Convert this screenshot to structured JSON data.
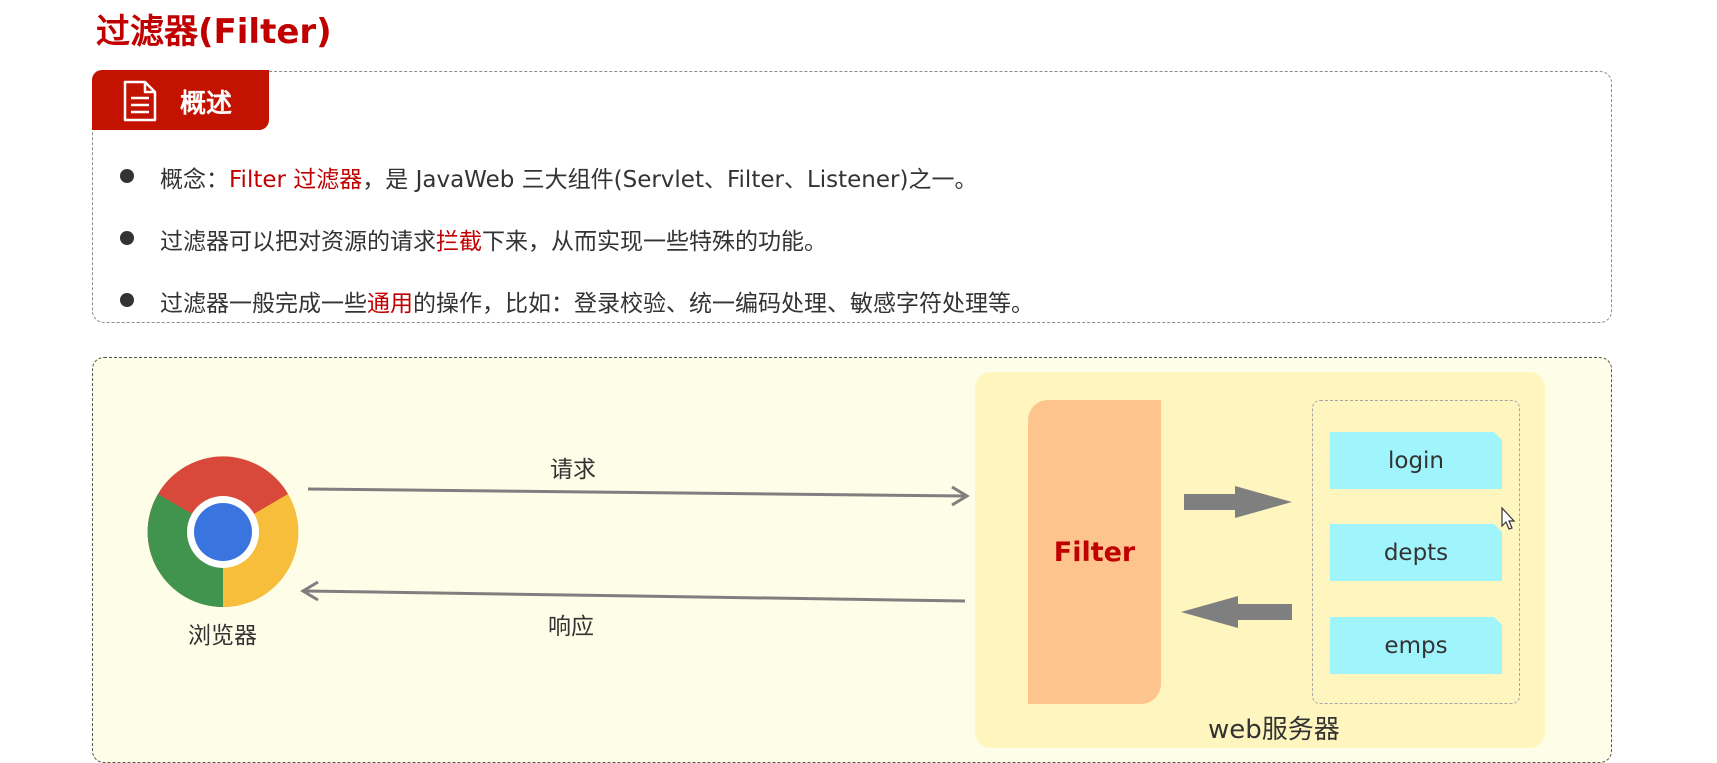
{
  "page": {
    "title": "过滤器(Filter)"
  },
  "overview": {
    "tab_label": "概述",
    "tab_icon": "document-icon",
    "bullets": [
      {
        "parts": [
          {
            "text": "概念：",
            "highlight": false
          },
          {
            "text": "Filter 过滤器",
            "highlight": true
          },
          {
            "text": "，是 JavaWeb 三大组件(Servlet、Filter、Listener)之一。",
            "highlight": false
          }
        ]
      },
      {
        "parts": [
          {
            "text": "过滤器可以把对资源的请求",
            "highlight": false
          },
          {
            "text": "拦截",
            "highlight": true
          },
          {
            "text": "下来，从而实现一些特殊的功能。",
            "highlight": false
          }
        ]
      },
      {
        "parts": [
          {
            "text": "过滤器一般完成一些",
            "highlight": false
          },
          {
            "text": "通用",
            "highlight": true
          },
          {
            "text": "的操作，比如：登录校验、统一编码处理、敏感字符处理等。",
            "highlight": false
          }
        ]
      }
    ]
  },
  "diagram": {
    "browser_label": "浏览器",
    "browser_icon": "chrome-browser-icon",
    "request_label": "请求",
    "response_label": "响应",
    "filter_label": "Filter",
    "server_label": "web服务器",
    "resources": [
      "login",
      "depts",
      "emps"
    ]
  },
  "colors": {
    "accent_red": "#c00000",
    "tab_red": "#c41200",
    "filter_orange": "#fdc48e",
    "server_yellow": "#fff6bf",
    "resource_cyan": "#a0f4fc",
    "diagram_bg": "#fefde8"
  }
}
